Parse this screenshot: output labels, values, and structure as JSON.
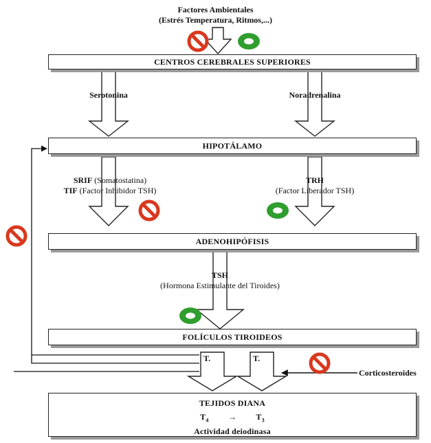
{
  "top_label": {
    "line1": "Factores Ambientales",
    "line2": "(Estrés Temperatura, Ritmos,...)"
  },
  "boxes": {
    "centros": "CENTROS CEREBRALES SUPERIORES",
    "hipotalamo": "HIPOTÁLAMO",
    "adenohipofisis": "ADENOHIPÓFISIS",
    "foliculos": "FOLÍCULOS TIROIDEOS",
    "tejidos": "TEJIDOS DIANA"
  },
  "labels": {
    "serotonina": "Serotonina",
    "noradrenalina": "Noradrenalina",
    "srif_abbr": "SRIF",
    "srif_full": "(Somatostatina)",
    "tif_abbr": "TIF",
    "tif_full": "(Factor Inhibidor TSH)",
    "trh_abbr": "TRH",
    "trh_full": "(Factor Liberador TSH)",
    "tsh_abbr": "TSH",
    "tsh_full": "(Hormona Estimulante del Tiroides)",
    "t4_small": "T.",
    "t3_small": "T.",
    "corticosteroides": "Corticosteroides",
    "diana_t4": "T",
    "diana_t4_sub": "4",
    "diana_arrow": "→",
    "diana_t3": "T",
    "diana_t3_sub": "3",
    "diana_activity": "Actividad deiodinasa"
  },
  "colors": {
    "inhibit": "#d9381e",
    "stimulate": "#2f9e2f",
    "shadow": "#9a9a9a"
  },
  "icons": {
    "inhibit": "no-entry-inhibition-icon",
    "stimulate": "green-ring-stimulation-icon"
  }
}
